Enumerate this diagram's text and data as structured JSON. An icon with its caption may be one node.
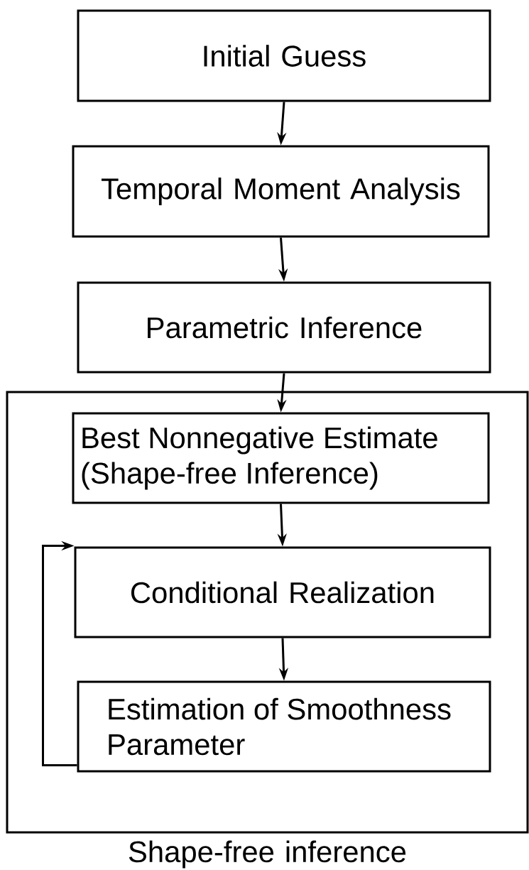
{
  "diagram": {
    "nodes": [
      {
        "text": [
          "Initial Guess"
        ]
      },
      {
        "text": [
          "Temporal Moment Analysis"
        ]
      },
      {
        "text": [
          "Parametric Inference"
        ]
      },
      {
        "text": [
          "Shape-free inference"
        ]
      },
      {
        "text": [
          "Best Nonnegative Estimate (Shape-free Inference)"
        ],
        "in": 3
      },
      {
        "text": [
          "Conditional Realization"
        ],
        "in": 3
      },
      {
        "text": [
          "Estimation of Smoothness Parameter"
        ],
        "in": 3
      }
    ],
    "edges": [
      {
        "from": 0,
        "to": 1,
        "arrow": "to"
      },
      {
        "from": 1,
        "to": 2,
        "arrow": "to"
      },
      {
        "from": 2,
        "to": 4,
        "arrow": "to"
      },
      {
        "from": 4,
        "to": 5,
        "arrow": "to"
      },
      {
        "from": 5,
        "to": 6,
        "arrow": "to"
      },
      {
        "from": 6,
        "to": 5,
        "arrow": "to"
      }
    ]
  }
}
